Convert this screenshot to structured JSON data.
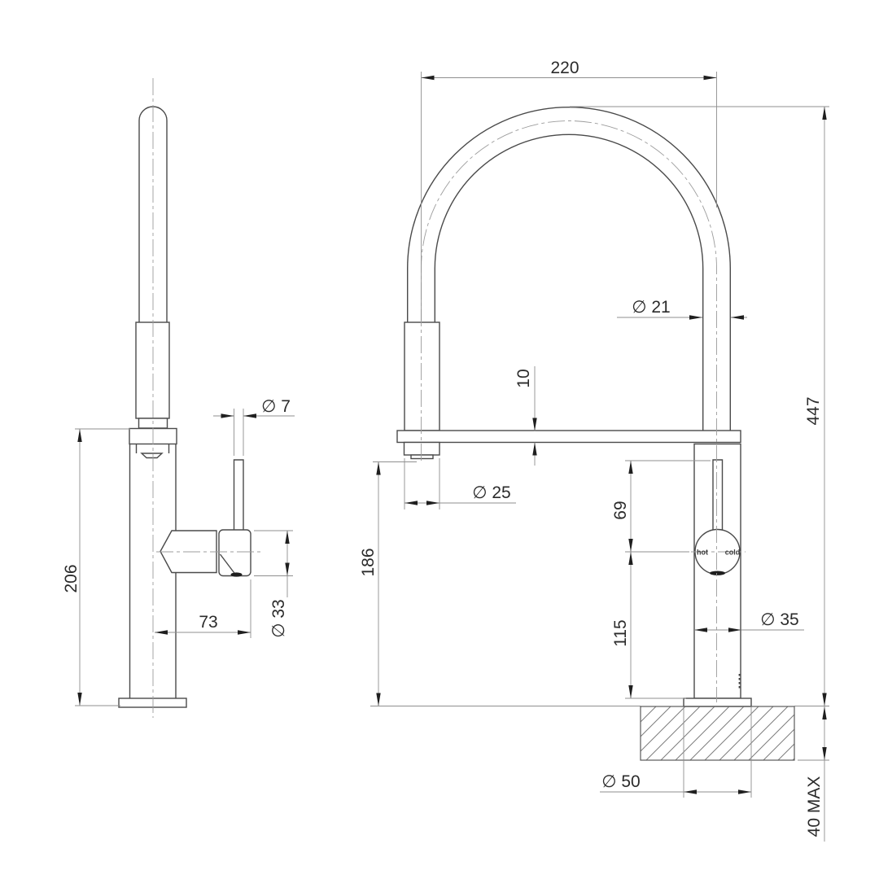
{
  "drawing": {
    "background": "#ffffff",
    "line_color": "#4a4a4a",
    "thin_line_color": "#8f8f8f",
    "centerline_color": "#9c9c9c",
    "text_color": "#2b2b2b"
  },
  "side_view": {
    "dims": {
      "lever_diameter": "∅ 7",
      "body_height": "206",
      "handle_reach": "73",
      "handle_diameter": "∅ 33"
    }
  },
  "front_view": {
    "dims": {
      "arch_width": "220",
      "overall_height": "447",
      "hose_diameter": "∅ 21",
      "deck_thickness": "10",
      "spout_diameter": "∅ 25",
      "spout_clearance": "186",
      "lever_height": "69",
      "body_to_bench": "115",
      "body_diameter": "∅ 35",
      "hole_diameter": "∅ 50",
      "bench_max": "40 MAX"
    },
    "handle_labels": {
      "hot": "hot",
      "cold": "cold"
    }
  }
}
